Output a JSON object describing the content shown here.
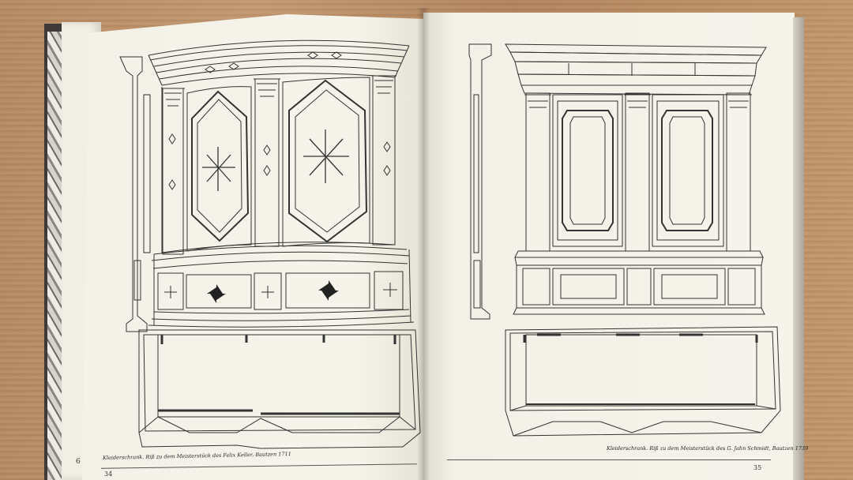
{
  "left_page": {
    "caption": "Kleiderschrank. Riß zu dem Meisterstück des Felix Keller, Bautzen 1711",
    "page_number": "34"
  },
  "right_page": {
    "caption": "Kleiderschrank. Riß zu dem Meisterstück des G. Jahn Schmidt, Bautzen 1739",
    "page_number": "35"
  },
  "previous_page": {
    "page_number": "6"
  }
}
